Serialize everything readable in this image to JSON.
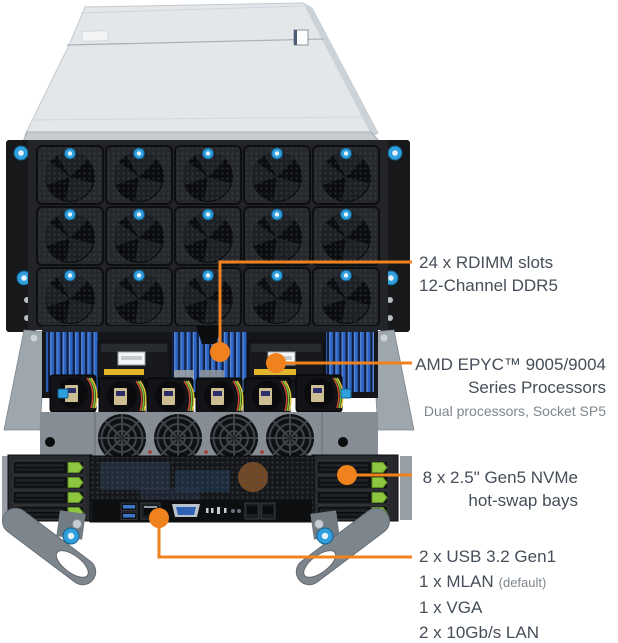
{
  "colors": {
    "accent": "#F0821E",
    "label_text": "#454E59",
    "label_muted": "#7F868E",
    "latch_green": "#8DC63F",
    "screw_blue": "#2F9FDD",
    "dimm_blue": "#2D63C0"
  },
  "callouts": {
    "rdimm": {
      "line1": "24 x RDIMM slots",
      "line2": "12-Channel DDR5"
    },
    "cpu": {
      "line1": "AMD EPYC™ 9005/9004",
      "line2": "Series Processors",
      "sub": "Dual processors, Socket SP5"
    },
    "nvme": {
      "line1": "8 x 2.5\" Gen5 NVMe",
      "line2": "hot-swap bays"
    },
    "front_io": {
      "line1": "2 x USB 3.2 Gen1",
      "line2": "1 x MLAN",
      "line2_note": "(default)",
      "line3": "1 x VGA",
      "line4": "2 x 10Gb/s LAN"
    }
  }
}
